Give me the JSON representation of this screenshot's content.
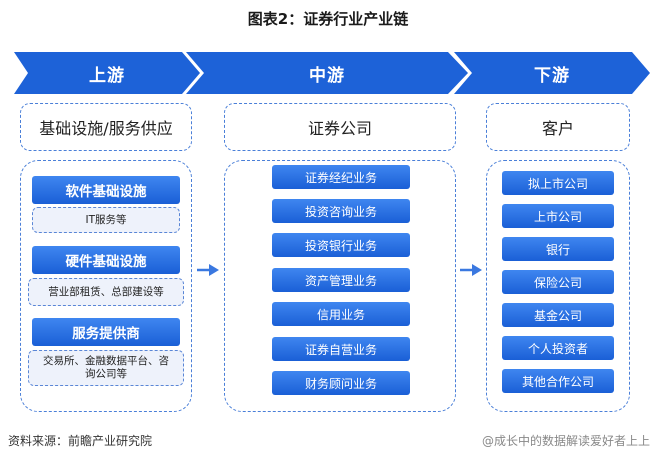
{
  "title": "图表2：证券行业产业链",
  "stages": {
    "upstream": {
      "banner": "上游",
      "header": "基础设施/服务供应",
      "groups": [
        {
          "label": "软件基础设施",
          "detail": "IT服务等"
        },
        {
          "label": "硬件基础设施",
          "detail": "营业部租赁、总部建设等"
        },
        {
          "label": "服务提供商",
          "detail": "交易所、金融数据平台、咨询公司等"
        }
      ]
    },
    "midstream": {
      "banner": "中游",
      "header": "证券公司",
      "items": [
        "证券经纪业务",
        "投资咨询业务",
        "投资银行业务",
        "资产管理业务",
        "信用业务",
        "证券自营业务",
        "财务顾问业务"
      ]
    },
    "downstream": {
      "banner": "下游",
      "header": "客户",
      "items": [
        "拟上市公司",
        "上市公司",
        "银行",
        "保险公司",
        "基金公司",
        "个人投资者",
        "其他合作公司"
      ]
    }
  },
  "source": "资料来源：前瞻产业研究院",
  "watermark": "@成长中的数据解读爱好者上上",
  "colors": {
    "banner": "#1d62d8",
    "accent": "#4a7fd8",
    "arrow": "#3a78e0"
  }
}
